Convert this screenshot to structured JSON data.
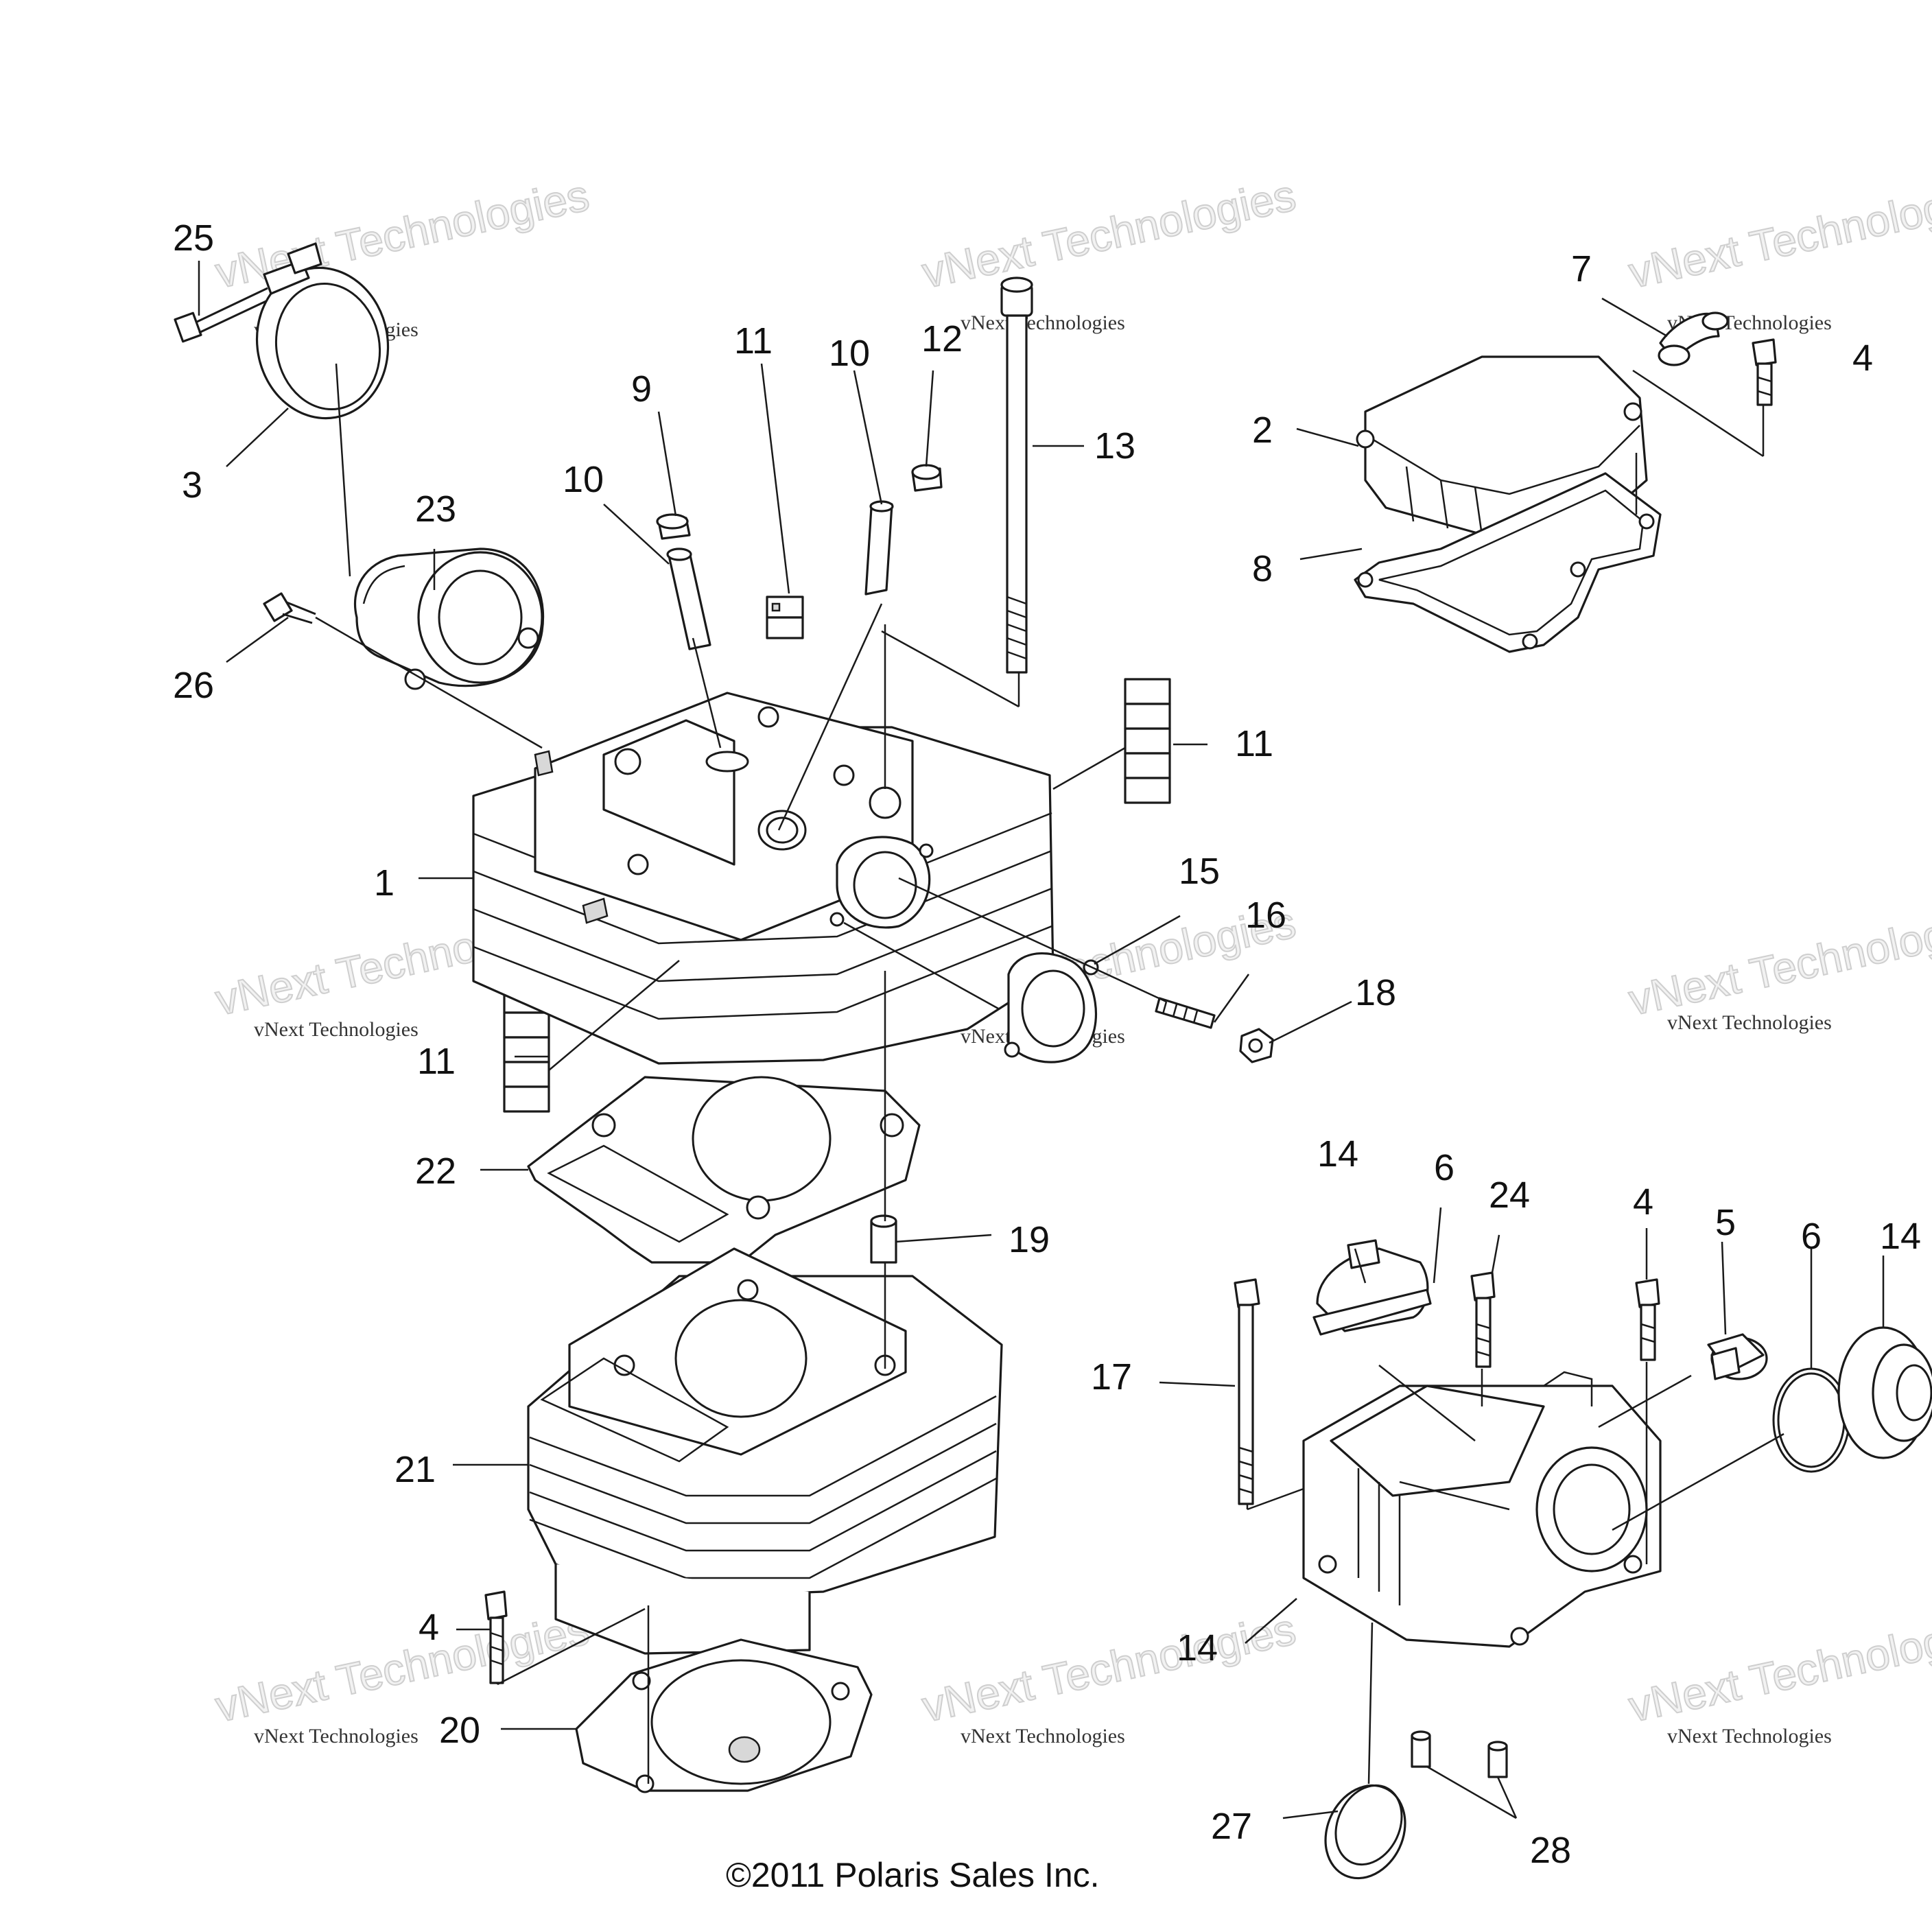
{
  "callouts": [
    "25",
    "3",
    "23",
    "26",
    "9",
    "10",
    "11",
    "10",
    "12",
    "13",
    "7",
    "4",
    "2",
    "8",
    "11",
    "1",
    "11",
    "15",
    "16",
    "18",
    "22",
    "19",
    "21",
    "4",
    "20",
    "14",
    "6",
    "24",
    "4",
    "5",
    "6",
    "14",
    "17",
    "14",
    "27",
    "28"
  ],
  "watermarks": [
    "vNext Technologies",
    "vNext Technologies",
    "vNext Technologies",
    "vNext Technologies",
    "vNext Technologies",
    "vNext Technologies",
    "vNext Technologies",
    "vNext Technologies"
  ],
  "copyright": "©2011 Polaris Sales Inc."
}
